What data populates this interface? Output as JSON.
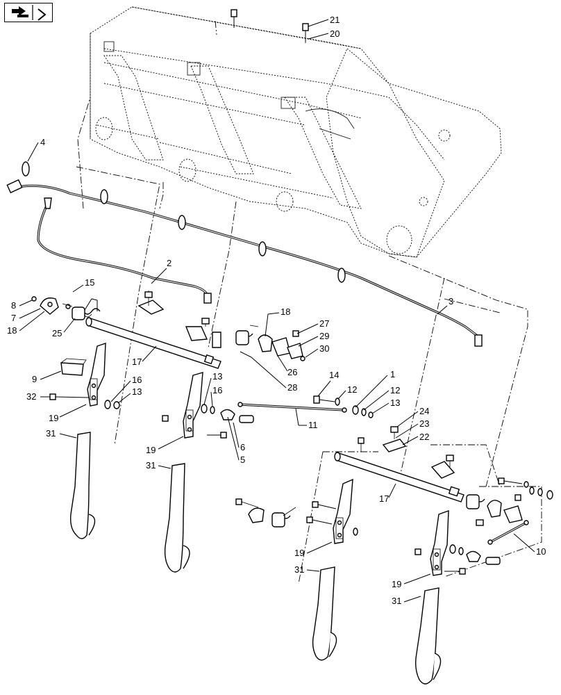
{
  "nav": {
    "icon": "arrow-icon"
  },
  "callouts": {
    "c21": "21",
    "c20": "20",
    "c4": "4",
    "c2": "2",
    "c15": "15",
    "c8": "8",
    "c7": "7",
    "c18a": "18",
    "c25": "25",
    "c17a": "17",
    "c18b": "18",
    "c27": "27",
    "c29": "29",
    "c30": "30",
    "c26": "26",
    "c28": "28",
    "c3": "3",
    "c9": "9",
    "c32": "32",
    "c16a": "16",
    "c13a": "13",
    "c19a": "19",
    "c13b": "13",
    "c16b": "16",
    "c14": "14",
    "c12a": "12",
    "c1": "1",
    "c12b": "12",
    "c13c": "13",
    "c11": "11",
    "c6": "6",
    "c5": "5",
    "c31a": "31",
    "c19b": "19",
    "c31b": "31",
    "c24": "24",
    "c23": "23",
    "c22": "22",
    "c17b": "17",
    "c19c": "19",
    "c10": "10",
    "c31c": "31",
    "c19d": "19",
    "c31d": "31"
  }
}
